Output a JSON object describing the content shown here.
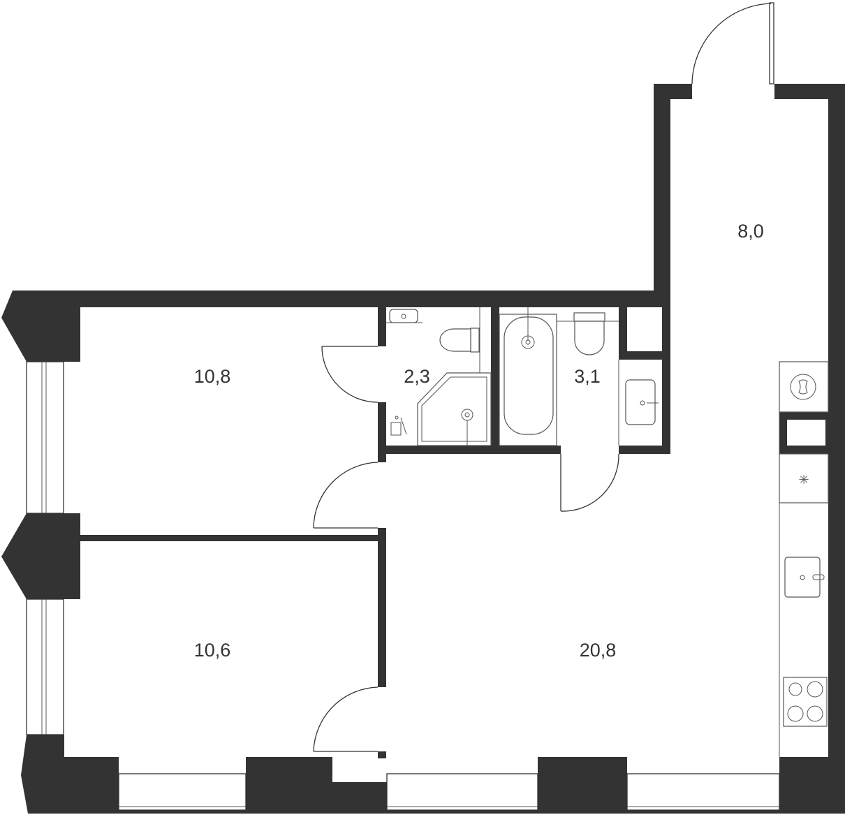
{
  "rooms": [
    {
      "id": "bedroom-1",
      "area": "10,8"
    },
    {
      "id": "bedroom-2",
      "area": "10,6"
    },
    {
      "id": "bathroom-shower",
      "area": "2,3"
    },
    {
      "id": "bathroom-tub",
      "area": "3,1"
    },
    {
      "id": "living-kitchen",
      "area": "20,8"
    },
    {
      "id": "balcony-hall",
      "area": "8,0"
    }
  ],
  "colors": {
    "wall": "#333333",
    "line": "#555555",
    "label": "#333333",
    "background": "#ffffff"
  },
  "icons": [
    "washing-machine-icon",
    "snowflake-icon",
    "sink-icon",
    "stove-icon",
    "bathtub-icon",
    "toilet-icon",
    "shower-tray-icon",
    "washbasin-icon",
    "door-swing-icon",
    "window-icon"
  ]
}
